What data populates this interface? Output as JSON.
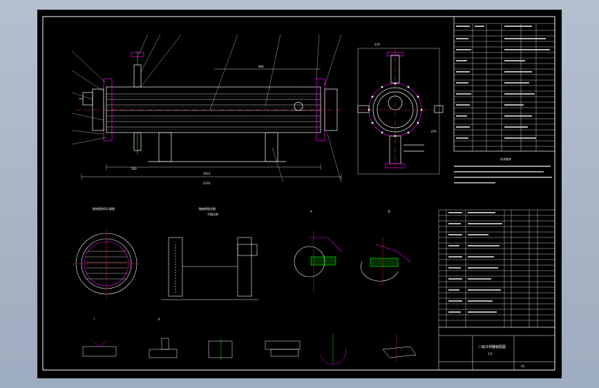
{
  "viewport": {
    "name": "cad-viewport"
  },
  "title_block": {
    "drawing_title": "二级冷却器装配图",
    "scale": "1:5",
    "sheet_code": "A1"
  },
  "detail_views": {
    "section_title": "换热管排列示意图",
    "support_title": "鞍座焊接详图",
    "support_note": "不按比例",
    "detail_a": "A",
    "detail_b": "B",
    "detail_i": "I",
    "detail_ii": "II"
  },
  "main_view": {
    "dim_total": "2370",
    "dim_span": "1015",
    "dim_center": "940",
    "dim_left": "500"
  },
  "side_view": {
    "dim_width": "270",
    "dim_height": "470"
  },
  "tech_notes": {
    "title": "技术要求"
  },
  "colors": {
    "line": "#ffffff",
    "accent": "#ff00ff",
    "pipe": "#00ff00",
    "centerline": "#ff3030",
    "dim": "#00ffff"
  }
}
